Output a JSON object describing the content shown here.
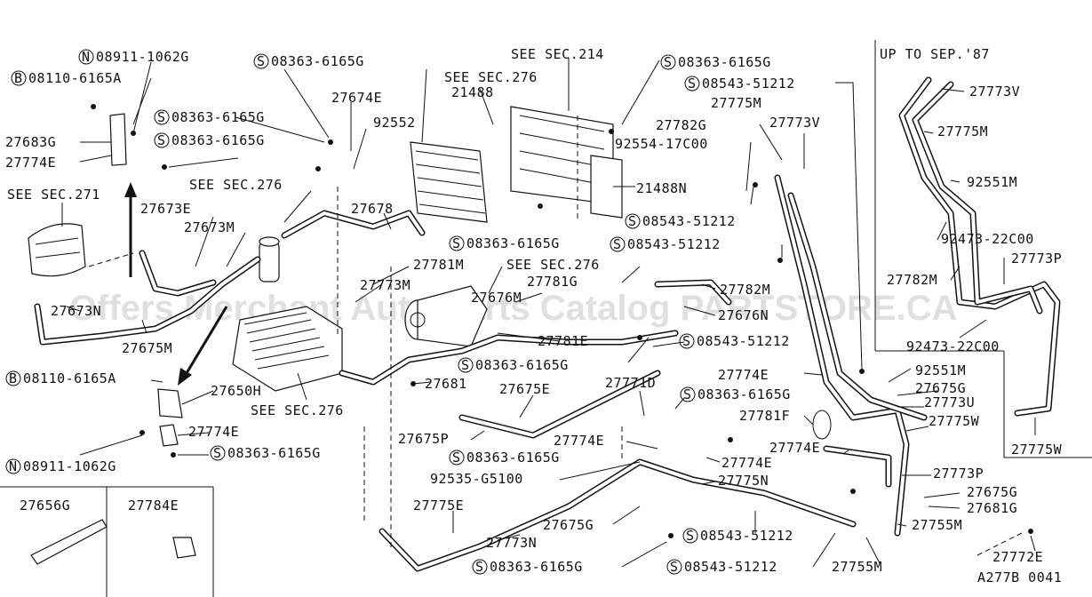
{
  "watermark": "Offers Merchant Auto Parts Catalog PARTSTORE.CA",
  "inset_header": "UP TO SEP.'87",
  "figure_code": "A277B 0041",
  "symbols": {
    "N": "N",
    "B": "B",
    "S": "S"
  },
  "labels": {
    "n_08911_top": "08911-1062G",
    "b_08110_top": "08110-6165A",
    "s_08363_a": "08363-6165G",
    "p27674E": "27674E",
    "s_08363_b": "08363-6165G",
    "p92552": "92552",
    "s_08363_c": "08363-6165G",
    "p27683G": "27683G",
    "p27774E_a": "27774E",
    "see271": "SEE SEC.271",
    "see276_a": "SEE SEC.276",
    "p27673E": "27673E",
    "p27673M_a": "27673M",
    "p27678": "27678",
    "see214": "SEE SEC.214",
    "see276_b": "SEE SEC.276",
    "p21488": "21488",
    "s_08363_d": "08363-6165G",
    "s_08543_a": "08543-51212",
    "p27775M_a": "27775M",
    "p27782G": "27782G",
    "p27773V_a": "27773V",
    "p92554": "92554-17C00",
    "p21488N": "21488N",
    "s_08543_b": "08543-51212",
    "s_08363_e": "08363-6165G",
    "s_08543_c": "08543-51212",
    "p27781M": "27781M",
    "see276_c": "SEE SEC.276",
    "p27781G": "27781G",
    "p27773M": "27773M",
    "p27676M": "27676M",
    "p27782M_a": "27782M",
    "p27673N": "27673N",
    "p27676N": "27676N",
    "p27675M": "27675M",
    "p27781E": "27781E",
    "s_08543_d": "08543-51212",
    "s_08363_f": "08363-6165G",
    "b_08110_b": "08110-6165A",
    "p27681": "27681",
    "p27675E": "27675E",
    "p27650H": "27650H",
    "see276_d": "SEE SEC.276",
    "p27771D": "27771D",
    "s_08363_g": "08363-6165G",
    "p27774E_b": "27774E",
    "p92551M_a": "92551M",
    "p27675G_a": "27675G",
    "p27773U": "27773U",
    "p27781F": "27781F",
    "p27775W_a": "27775W",
    "p27774E_c": "27774E",
    "p27675P": "27675P",
    "s_08363_h": "08363-6165G",
    "p27774E_d": "27774E",
    "p27774E_e": "27774E",
    "p27774E_f": "27774E",
    "p27773P_a": "27773P",
    "n_08911_b": "08911-1062G",
    "s_08363_i": "08363-6165G",
    "p92535": "92535-G5100",
    "p27775N": "27775N",
    "p27675G_b": "27675G",
    "p27681G": "27681G",
    "p27656G": "27656G",
    "p27784E": "27784E",
    "p27775E": "27775E",
    "p27675G_c": "27675G",
    "p27773N": "27773N",
    "s_08543_e": "08543-51212",
    "p27755M_a": "27755M",
    "p27772E": "27772E",
    "s_08363_j": "08363-6165G",
    "s_08543_f": "08543-51212",
    "p27755M_b": "27755M",
    "p27773V_b": "27773V",
    "p27775M_b": "27775M",
    "p92551M_b": "92551M",
    "p92473_a": "92473-22C00",
    "p27782M_b": "27782M",
    "p27773P_b": "27773P",
    "p92473_b": "92473-22C00",
    "p27775W_b": "27775W"
  }
}
